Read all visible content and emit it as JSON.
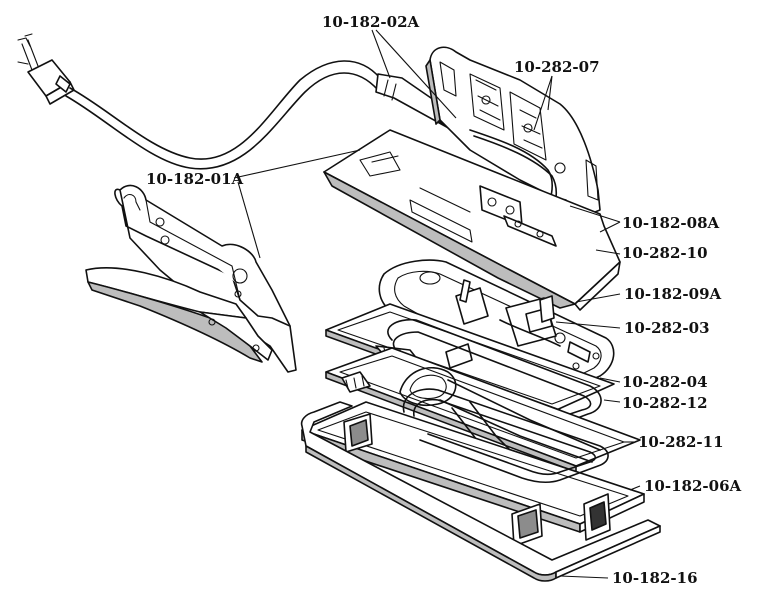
{
  "diagram": {
    "labels": {
      "cord": "10-182-02A",
      "hinge_parts": "10-282-07",
      "handle": "10-182-01A",
      "screws": "10-182-08A",
      "top_plate": "10-282-10",
      "cover": "10-182-09A",
      "thermostat": "10-282-03",
      "gasket_upper": "10-282-04",
      "element": "10-282-12",
      "gasket_lower": "10-282-11",
      "base": "10-182-06A",
      "shoe": "10-182-16"
    }
  }
}
